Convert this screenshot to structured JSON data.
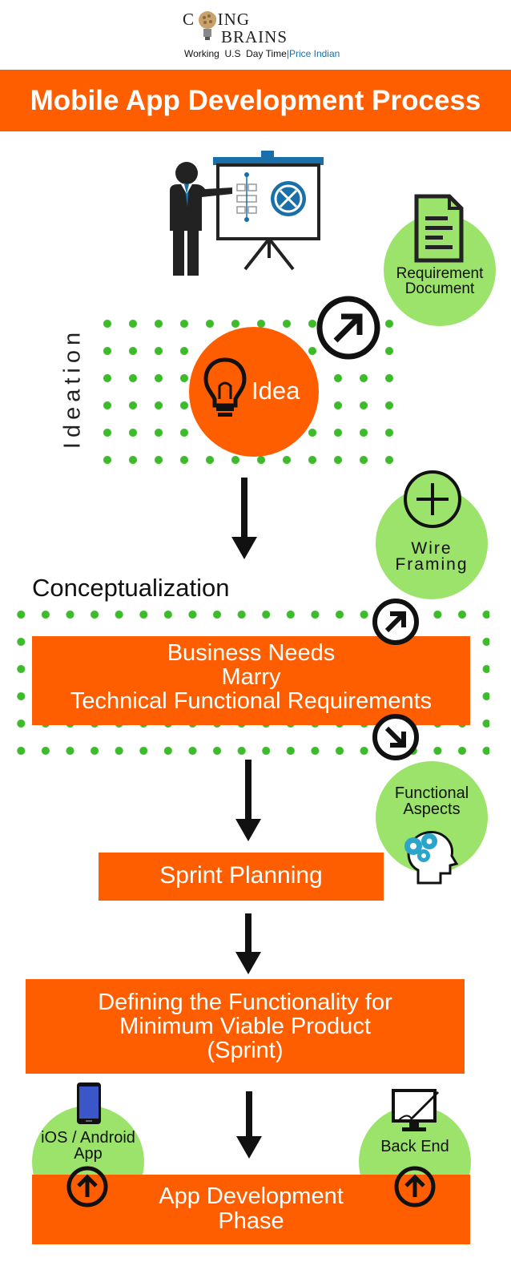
{
  "logo": {
    "line1": "C  DING",
    "line2": "BRAINS",
    "tagline_left": "Working  U.S  Day Time",
    "tagline_right": "Price Indian"
  },
  "header": {
    "title": "Mobile App Development Process"
  },
  "requirement": {
    "line1": "Requirement",
    "line2": "Document"
  },
  "ideation": {
    "side_label": "Ideation",
    "idea_label": "Idea"
  },
  "wireframing": {
    "line1": "Wire",
    "line2": "Framing"
  },
  "conceptualization": {
    "heading": "Conceptualization",
    "line1": "Business Needs",
    "line2": "Marry",
    "line3": "Technical Functional Requirements"
  },
  "functional": {
    "line1": "Functional",
    "line2": "Aspects"
  },
  "sprint": {
    "label": "Sprint Planning"
  },
  "mvp": {
    "line1": "Defining the Functionality for",
    "line2": "Minimum Viable Product",
    "line3": "(Sprint)"
  },
  "ios": {
    "line1": "iOS / Android",
    "line2": "App"
  },
  "backend": {
    "label": "Back End"
  },
  "dev": {
    "line1": "App Development",
    "line2": "Phase"
  },
  "colors": {
    "orange": "#ff5e00",
    "green": "#9be36a",
    "dots": "#3dbb2c",
    "blue": "#1a6fa8"
  }
}
